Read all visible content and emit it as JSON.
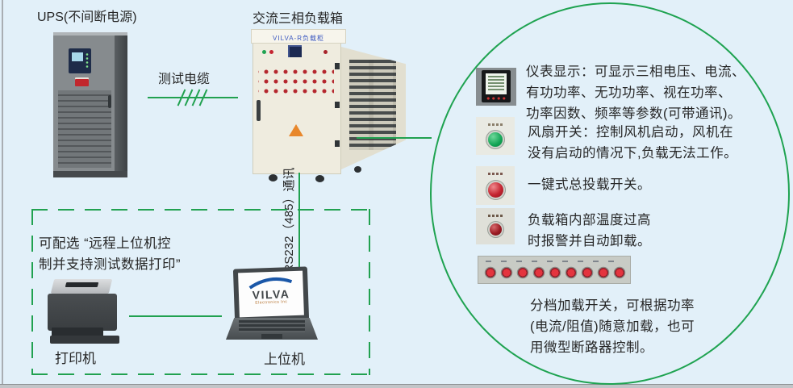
{
  "scene": {
    "ups_label": "UPS(不间断电源)",
    "loadbox_label": "交流三相负载箱",
    "loadbox_panel_text": "VILVA-R负载柜",
    "cable_label": "测试电缆",
    "rs232_label": "RS232（485）通讯",
    "printer_label": "打印机",
    "pc_label": "上位机",
    "pc_brand": "VILVA",
    "pc_brand_sub": "Electronics Inc",
    "option_note_line1": "可配选 “远程上位机控",
    "option_note_line2": "制并支持测试数据打印”"
  },
  "callouts": {
    "meter": {
      "icon": "digital-power-meter",
      "lines": [
        "仪表显示：可显示三相电压、电流、",
        "有功功率、无功功率、视在功率、",
        "功率因数、频率等参数(可带通讯)。"
      ]
    },
    "fan": {
      "icon": "green-pushbutton",
      "lines": [
        "风扇开关：控制风机启动，风机在",
        "没有启动的情况下,负载无法工作。"
      ]
    },
    "master": {
      "icon": "red-pushbutton",
      "lines": [
        "一键式总投载开关。"
      ]
    },
    "overtemp": {
      "icon": "red-alarm-button",
      "lines": [
        "负载箱内部温度过高",
        "时报警并自动卸载。"
      ]
    },
    "steps": {
      "icon": "load-step-switch-row",
      "knob_count": 9,
      "lines": [
        "分档加载开关，可根据功率",
        "(电流/阻值)随意加载，也可",
        "用微型断路器控制。"
      ]
    }
  },
  "colors": {
    "background": "#e2f0f9",
    "line_green": "#21a150",
    "text": "#262626",
    "loadbox_body": "#efecdf",
    "alarm_red": "#c42430",
    "fan_green": "#12a455"
  }
}
